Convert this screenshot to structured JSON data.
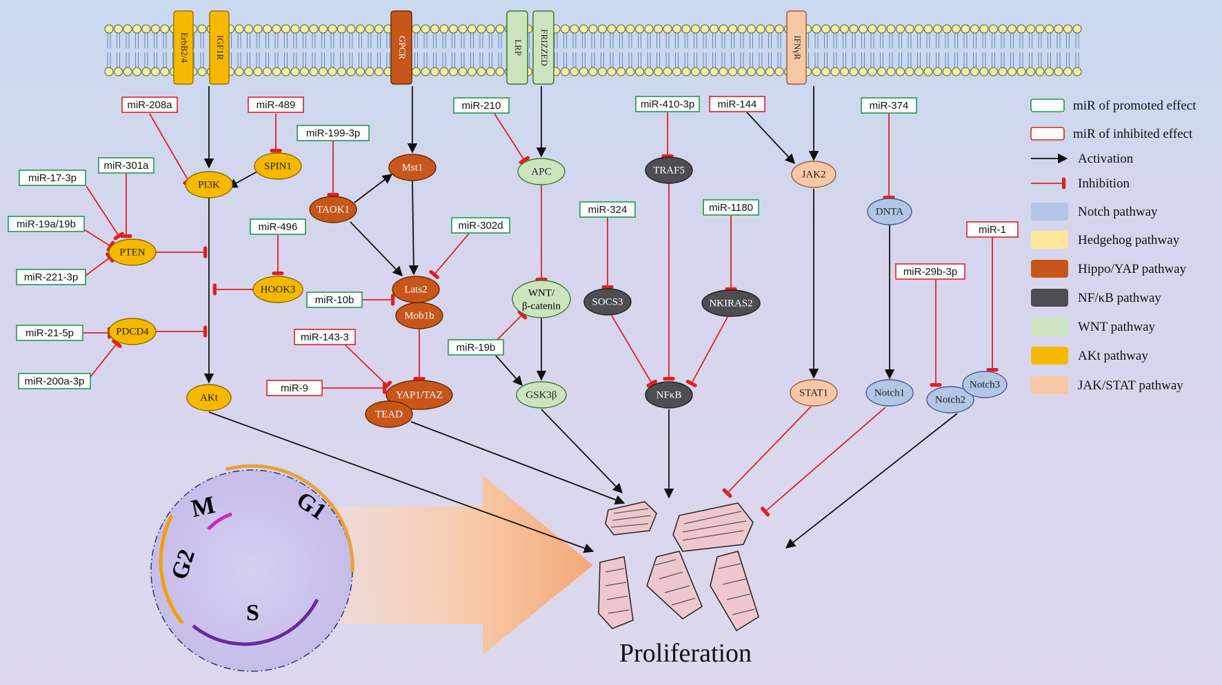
{
  "receptors": {
    "erbb": "ErbB2/4",
    "igf1r": "IGF1R",
    "gpcr": "GPCR",
    "lrp": "LRP",
    "frizzed": "FRIZZED",
    "ifngr": "IFNγR"
  },
  "nodes": {
    "pi3k": "PI3K",
    "spin1": "SPIN1",
    "pten": "PTEN",
    "hook3": "HOOK3",
    "pdcd4": "PDCD4",
    "akt": "AKt",
    "taok1": "TAOK1",
    "mst1": "Mst1",
    "lats2": "Lats2",
    "mob1b": "Mob1b",
    "yap": "YAP1/TAZ",
    "tead": "TEAD",
    "apc": "APC",
    "wnt_line1": "WNT/",
    "wnt_line2": "β-catenin",
    "gsk3b": "GSK3β",
    "traf5": "TRAF5",
    "socs3": "SOCS3",
    "nkiras2": "NKIRAS2",
    "nfkb": "NFκB",
    "jak2": "JAK2",
    "stat1": "STAT1",
    "dnta": "DNTA",
    "notch1": "Notch1",
    "notch2": "Notch2",
    "notch3": "Notch3"
  },
  "mirs": {
    "mir208a": "miR-208a",
    "mir489": "miR-489",
    "mir17": "miR-17-3p",
    "mir301a": "miR-301a",
    "mir19ab": "miR-19a/19b",
    "mir496": "miR-496",
    "mir221": "miR-221-3p",
    "mir21": "miR-21-5p",
    "mir200a": "miR-200a-3p",
    "mir199": "miR-199-3p",
    "mir302d": "miR-302d",
    "mir10b": "miR-10b",
    "mir143": "miR-143-3",
    "mir9": "miR-9",
    "mir210": "miR-210",
    "mir19b": "miR-19b",
    "mir410": "miR-410-3p",
    "mir324": "miR-324",
    "mir1180": "miR-1180",
    "mir144": "miR-144",
    "mir374": "miR-374",
    "mir29b": "miR-29b-3p",
    "mir1": "miR-1"
  },
  "cell_cycle": {
    "m": "M",
    "g1": "G1",
    "g2": "G2",
    "s": "S"
  },
  "proliferation": "Proliferation",
  "legend": {
    "promoted": "miR of promoted effect",
    "inhibited": "miR of inhibited effect",
    "activation": "Activation",
    "inhibition": "Inhibition",
    "notch": "Notch pathway",
    "hedgehog": "Hedgehog pathway",
    "hippo": "Hippo/YAP pathway",
    "nfkb": "NF/κB pathway",
    "wnt": "WNT pathway",
    "akt": "AKt pathway",
    "jakstat": "JAK/STAT pathway"
  },
  "colors": {
    "promoted_border": "#1a9a4a",
    "inhibited_border": "#e02020",
    "activation": "#111111",
    "inhibition": "#e02020",
    "notch": "#b3c6e6",
    "hedgehog": "#fde59a",
    "hippo": "#c8561a",
    "nfkb": "#4d4d52",
    "wnt": "#cde5bf",
    "akt": "#f6b900",
    "jakstat": "#f8c8a6"
  }
}
